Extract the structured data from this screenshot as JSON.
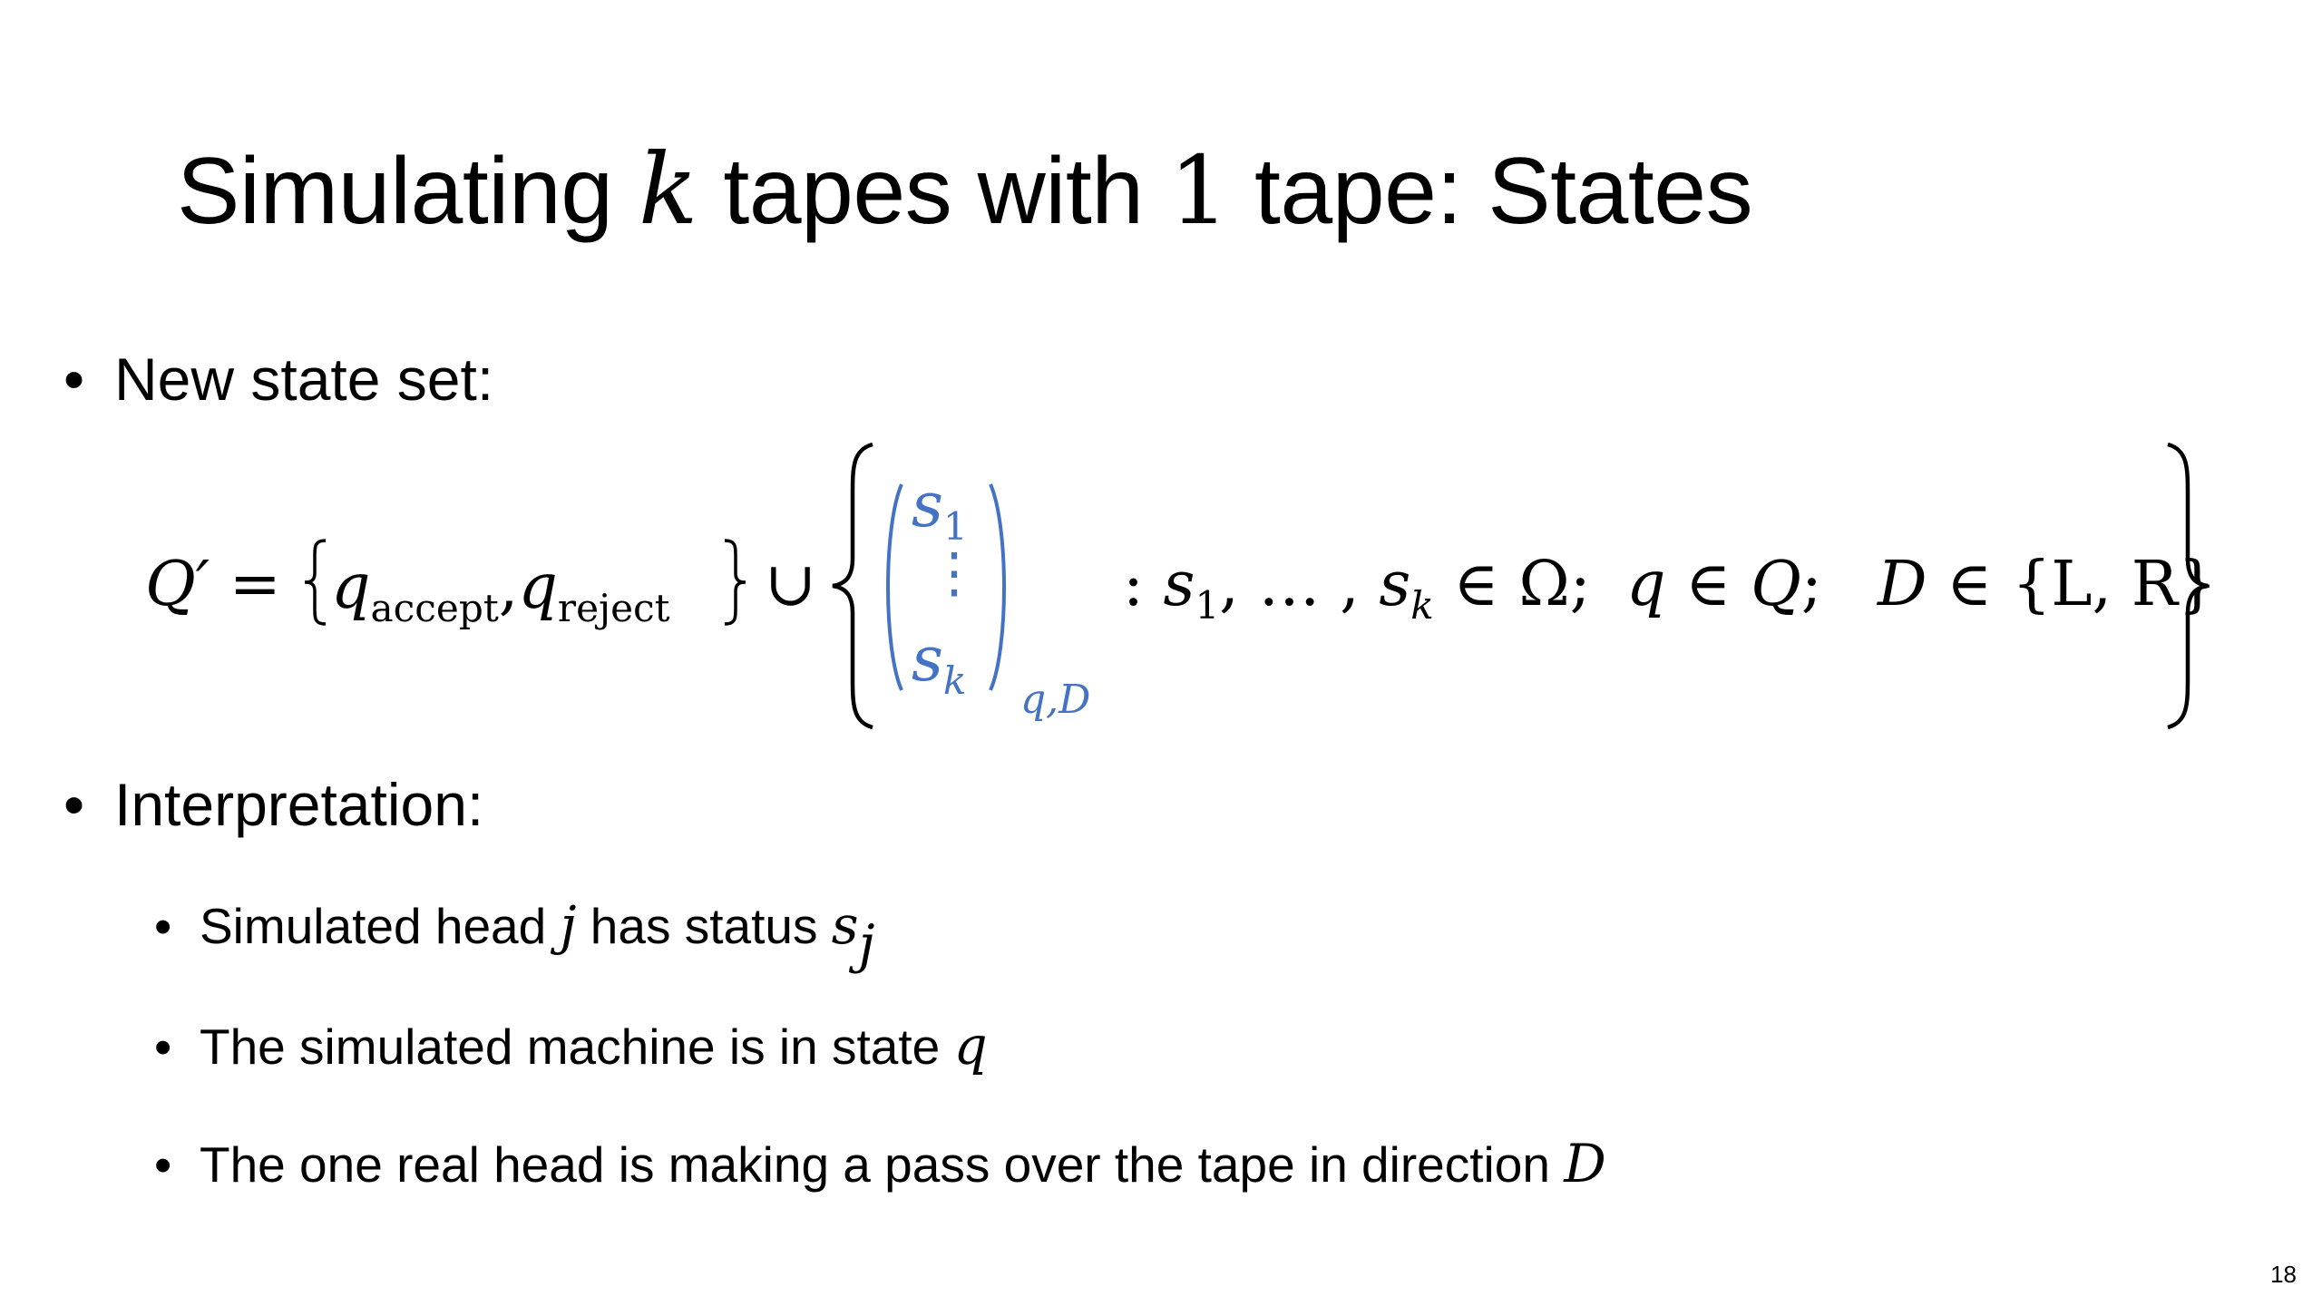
{
  "slide": {
    "title": {
      "pre": "Simulating ",
      "k": "k",
      "mid": " tapes with ",
      "one": "1",
      "post": " tape: States"
    },
    "bullets": [
      {
        "label": "New state set:"
      },
      {
        "label": "Interpretation:"
      }
    ],
    "formula": {
      "lhs": "Q′ =",
      "q": "q",
      "accept": "accept",
      "reject": "reject",
      "comma": ",",
      "union": "∪",
      "vector_top": "s",
      "vector_top_sub": "1",
      "vector_dots": "⋮",
      "vector_bottom": "s",
      "vector_bottom_sub": "k",
      "vector_subscript": "q,D",
      "cond_colon": ":",
      "cond_s1": "s",
      "cond_s1_sub": "1",
      "cond_dots": ", … , ",
      "cond_sk": "s",
      "cond_sk_sub": "k",
      "cond_in_omega": " ∈ Ω;",
      "cond_q": "q",
      "cond_in_q": " ∈ ",
      "cond_Q": "Q",
      "cond_semicolon": ";",
      "cond_D": "D",
      "cond_in_lr": " ∈ {L, R}"
    },
    "sub_bullets": [
      {
        "text": "Simulated head ",
        "var": "j",
        "mid": " has status ",
        "var2": "s",
        "var2_sub": "j"
      },
      {
        "text": "The simulated machine is in state ",
        "var": "q"
      },
      {
        "text": "The one real head is making a pass over the tape in direction ",
        "var": "D"
      }
    ],
    "page_number": "18",
    "colors": {
      "accent_blue": "#4472C4",
      "text": "#000000",
      "background": "#ffffff"
    }
  }
}
